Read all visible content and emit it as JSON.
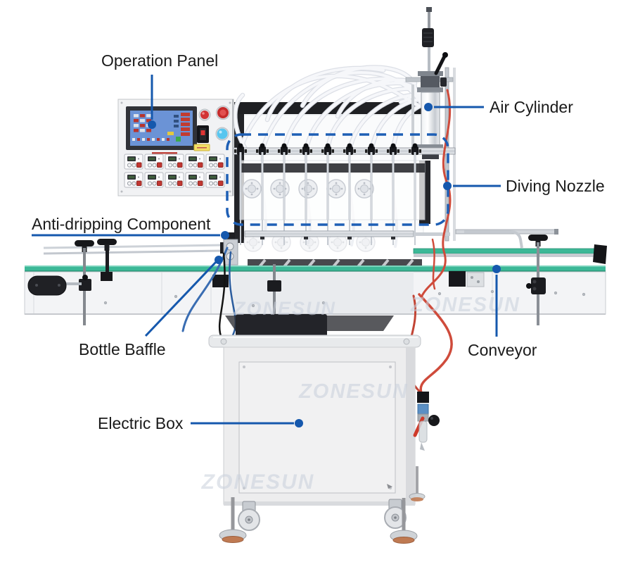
{
  "labels": [
    {
      "id": "operation-panel",
      "text": "Operation Panel"
    },
    {
      "id": "air-cylinder",
      "text": "Air Cylinder"
    },
    {
      "id": "diving-nozzle",
      "text": "Diving Nozzle"
    },
    {
      "id": "anti-dripping-component",
      "text": "Anti-dripping Component"
    },
    {
      "id": "bottle-baffle",
      "text": "Bottle Baffle"
    },
    {
      "id": "conveyor",
      "text": "Conveyor"
    },
    {
      "id": "electric-box",
      "text": "Electric Box"
    }
  ],
  "watermarks": [
    {
      "text": "ZONESUN"
    },
    {
      "text": "ZONESUN"
    },
    {
      "text": "ZONESUN"
    },
    {
      "text": "ZONESUN"
    }
  ],
  "colors": {
    "annotation_blue": "#1558ad",
    "dashed_outline_blue": "#1e5fb5",
    "conveyor_belt_green": "#3cb897",
    "emergency_stop_red": "#c62b2b",
    "start_button_red": "#d23333",
    "power_button_blue": "#58c6ef",
    "hmi_screen_blue": "#6b93d6",
    "watermark_gray": "#c9d0dc",
    "foot_pad_orange": "#bf7a52",
    "background": "#ffffff"
  }
}
